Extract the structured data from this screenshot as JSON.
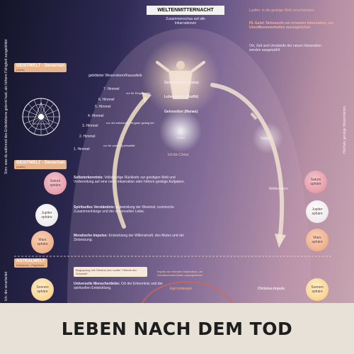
{
  "title": "WELTENMITTERNACHT",
  "subtitle": "Zusammenschau auf alle Inkarnationen",
  "right_notes": {
    "lucifer": "Luzifer: in die geistige Welt verschwinden",
    "geist_label": "Hl. Geist:",
    "geist_text": "Sehnsucht zur erneuten Inkarnation, um Unvollkommenheiten auszugleichen",
    "ort": "Ort, Zeit und Umstände der neuen Inkarnation werden ausgewählt"
  },
  "left_vertical": "Sinn: was du während des Erdenlebens gelernt hast, als höhere Fähigkeit ausgebildet",
  "left_vertical_bottom": "Ich: die verarbeitet",
  "right_vertical": "Höchste geistige Wesenheiten",
  "sections": {
    "geist_oben": {
      "title": "GEISTWELT - Devachan",
      "sub": "(oben)"
    },
    "geist_unten": {
      "title": "GEISTWELT - Devachan",
      "sub": "(unten)"
    },
    "astral": {
      "title": "ASTRALWELT",
      "sub": "Kamaloka - Fegefeuer"
    }
  },
  "heavens": {
    "top_label": "gebildeter Wesenskern/Kausalleib",
    "items": [
      "7. Himmel",
      "6. Himmel",
      "5. Himmel",
      "4. Himmel",
      "3. Himmel",
      "2. Himmel",
      "1. Himmel"
    ],
    "notes": [
      "nur für Eingeweihte",
      "nur mit selbstloser Hingabe geistig tief",
      "nur für wahre Spiritualität"
    ]
  },
  "center": {
    "geistmensch": "Geistmensch (Atma)",
    "lebensgeist": "Lebensgeist (Budhi)",
    "geistselbst": "Geistselbst (Manas)",
    "ich": "ICH",
    "ich_sub": "Selbst",
    "ich_bin": "Ich bin Christ"
  },
  "right_labels": {
    "nebel": "Nebel",
    "weltenstern": "Weltenstern",
    "christus": "Christus-Impuls"
  },
  "left_texts": [
    {
      "label": "Selbsterkenntnis:",
      "text": "Vollständige Rückkehr zur geistigen Welt und Vorbereitung auf eine neue Inkarnation oder höhere geistige Aufgaben."
    },
    {
      "label": "Spirituelles Verständnis:",
      "text": "Entwicklung der Weisheit, kosmische Zusammenhänge und der universellen Liebe."
    },
    {
      "label": "Moralische Impulse:",
      "text": "Entwicklung der Willenskraft, des Mutes und der Zielsetzung."
    },
    {
      "label": "Universelle Menschenliebe:",
      "text": "Ort der Erkenntnis und der spirituellen Entwicklung."
    }
  ],
  "begegnung": "Begegnung mit Christus und Luzifer \"Hüterin der Schwelle\"",
  "impuls": "Impuls zur erneuten Inkarnation, um Unvollkommenheiten auszugleichen",
  "ego": "Ego loslassen",
  "spheres_left": [
    "Saturn\nsphäre",
    "Jupiter\nsphäre",
    "Mars\nsphäre",
    "Sonnen\nsphäre"
  ],
  "spheres_right": [
    "Saturn\nsphäre",
    "Jupiter\nsphäre",
    "Mars\nsphäre",
    "Sonnen\nsphäre"
  ],
  "footer": "LEBEN NACH DEM TOD",
  "colors": {
    "accent": "#e7b48c",
    "highlight": "#ff9a70",
    "footer_bg": "#e7e1d8"
  }
}
